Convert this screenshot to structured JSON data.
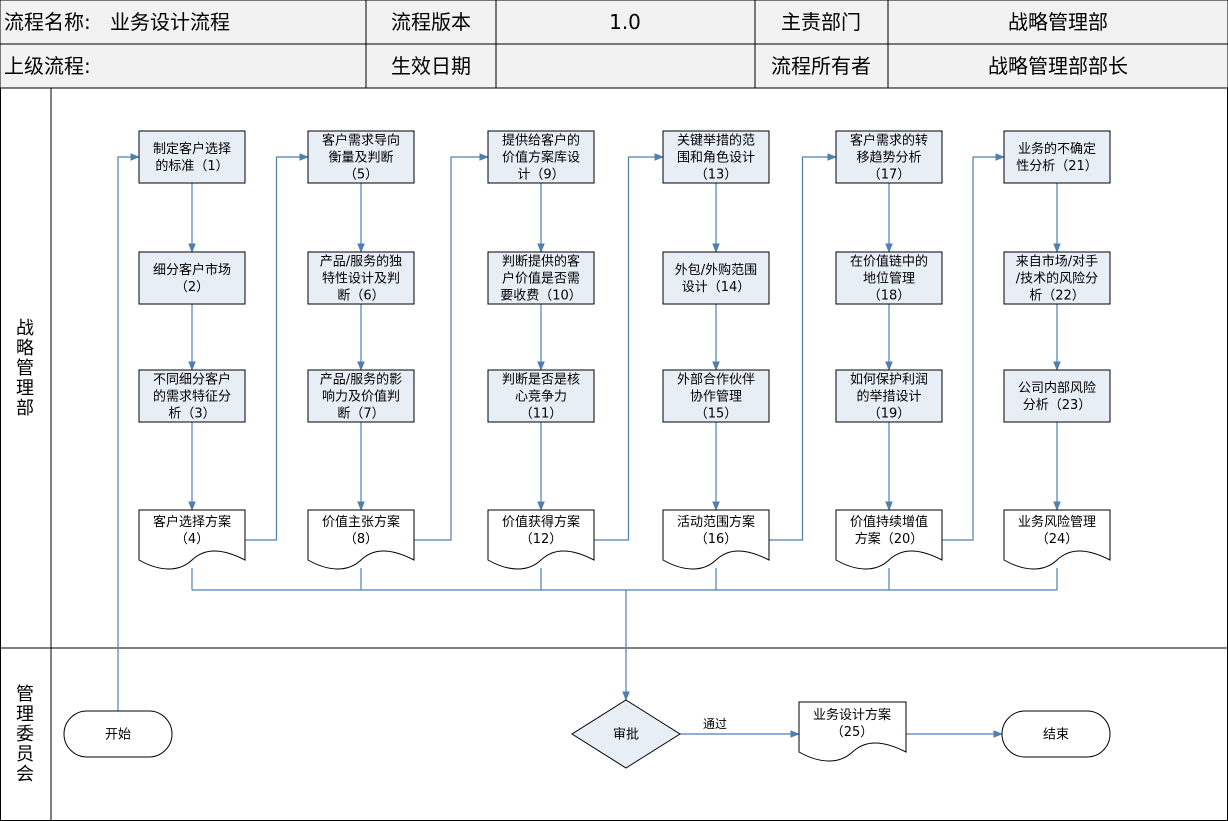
{
  "header": {
    "process_name_label": "流程名称:",
    "process_name": "业务设计流程",
    "version_label": "流程版本",
    "version": "1.0",
    "department_label": "主责部门",
    "department": "战略管理部",
    "parent_label": "上级流程:",
    "effective_date_label": "生效日期",
    "effective_date": "",
    "owner_label": "流程所有者",
    "owner": "战略管理部部长"
  },
  "lanes": {
    "strategy": "战略管理部",
    "committee": "管理委员会"
  },
  "nodes": {
    "n1": [
      "制定客户选择",
      "的标准（1）"
    ],
    "n2": [
      "细分客户市场",
      "（2）"
    ],
    "n3": [
      "不同细分客户",
      "的需求特征分",
      "析（3）"
    ],
    "n4": [
      "客户选择方案",
      "（4）"
    ],
    "n5": [
      "客户需求导向",
      "衡量及判断",
      "（5）"
    ],
    "n6": [
      "产品/服务的独",
      "特性设计及判",
      "断（6）"
    ],
    "n7": [
      "产品/服务的影",
      "响力及价值判",
      "断（7）"
    ],
    "n8": [
      "价值主张方案",
      "（8）"
    ],
    "n9": [
      "提供给客户的",
      "价值方案库设",
      "计（9）"
    ],
    "n10": [
      "判断提供的客",
      "户价值是否需",
      "要收费（10）"
    ],
    "n11": [
      "判断是否是核",
      "心竞争力",
      "（11）"
    ],
    "n12": [
      "价值获得方案",
      "（12）"
    ],
    "n13": [
      "关键举措的范",
      "围和角色设计",
      "（13）"
    ],
    "n14": [
      "外包/外购范围",
      "设计（14）"
    ],
    "n15": [
      "外部合作伙伴",
      "协作管理",
      "（15）"
    ],
    "n16": [
      "活动范围方案",
      "（16）"
    ],
    "n17": [
      "客户需求的转",
      "移趋势分析",
      "（17）"
    ],
    "n18": [
      "在价值链中的",
      "地位管理",
      "（18）"
    ],
    "n19": [
      "如何保护利润",
      "的举措设计",
      "（19）"
    ],
    "n20": [
      "价值持续增值",
      "方案（20）"
    ],
    "n21": [
      "业务的不确定",
      "性分析（21）"
    ],
    "n22": [
      "来自市场/对手",
      "/技术的风险分",
      "析（22）"
    ],
    "n23": [
      "公司内部风险",
      "分析（23）"
    ],
    "n24": [
      "业务风险管理",
      "（24）"
    ],
    "n25": [
      "业务设计方案",
      "（25）"
    ],
    "start": [
      "开始"
    ],
    "approve": [
      "审批"
    ],
    "end": [
      "结束"
    ]
  },
  "edges": {
    "pass_label": "通过"
  },
  "colors": {
    "box_fill": "#e8eef6",
    "line": "#4f7fb0",
    "border": "#000000"
  }
}
